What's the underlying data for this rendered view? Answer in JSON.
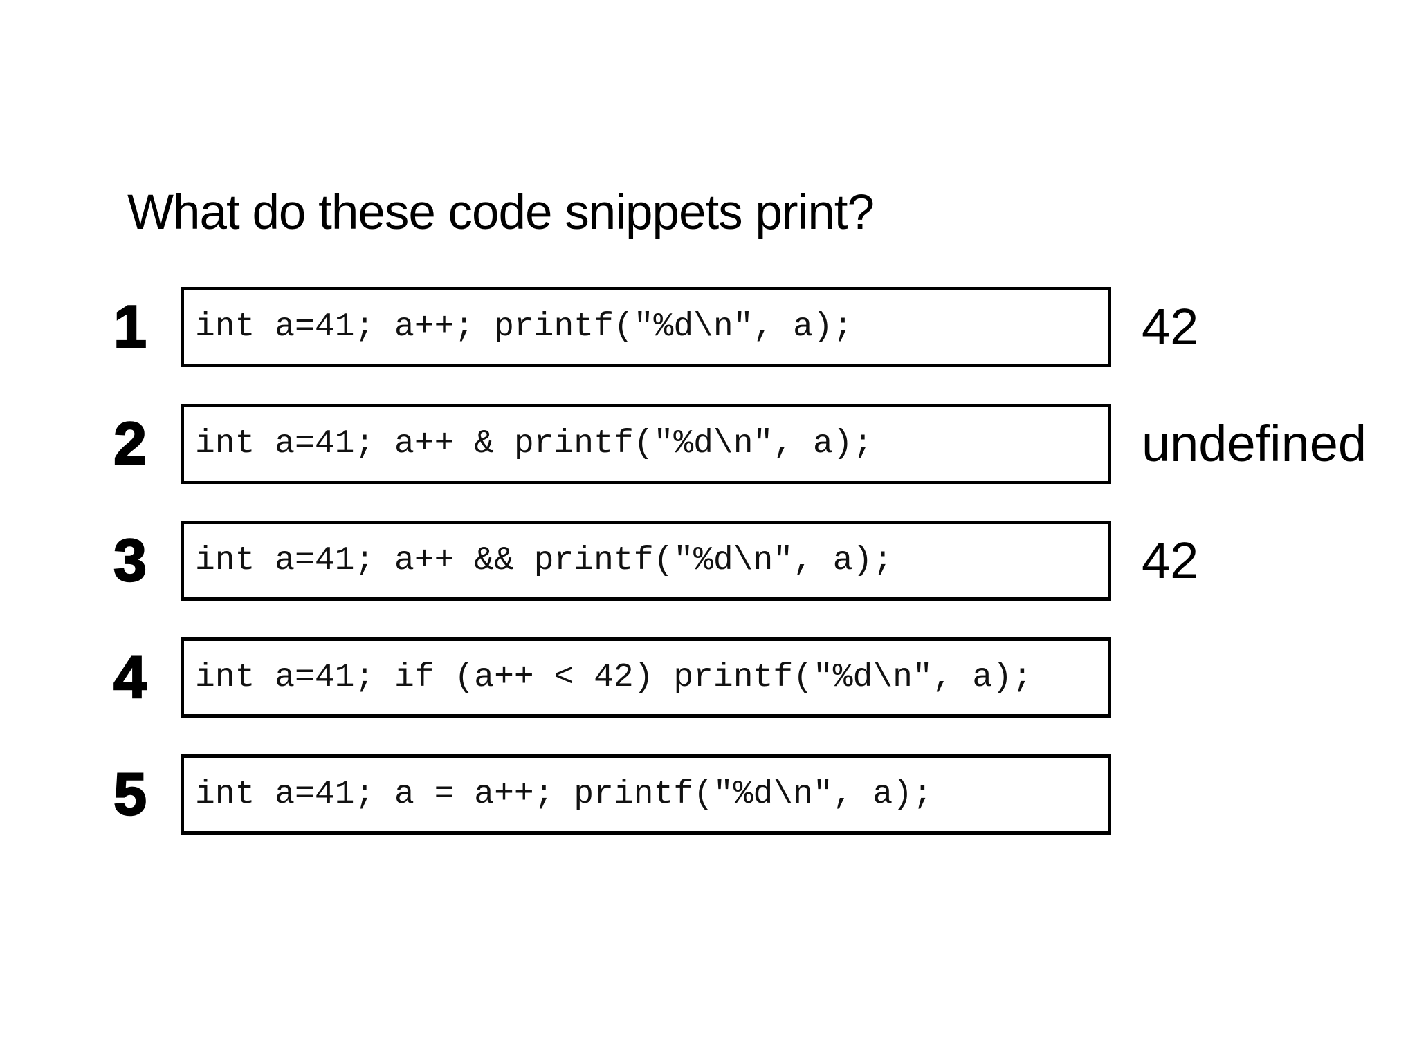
{
  "title": "What do these code snippets print?",
  "colors": {
    "background": "#ffffff",
    "text": "#000000",
    "box_border": "#000000"
  },
  "rows": [
    {
      "number": "1",
      "code": "int a=41; a++; printf(\"%d\\n\", a);",
      "answer": "42"
    },
    {
      "number": "2",
      "code": "int a=41; a++ & printf(\"%d\\n\", a);",
      "answer": "undefined"
    },
    {
      "number": "3",
      "code": "int a=41; a++ && printf(\"%d\\n\", a);",
      "answer": "42"
    },
    {
      "number": "4",
      "code": "int a=41; if (a++ < 42) printf(\"%d\\n\", a);",
      "answer": ""
    },
    {
      "number": "5",
      "code": "int a=41; a = a++; printf(\"%d\\n\", a);",
      "answer": ""
    }
  ]
}
